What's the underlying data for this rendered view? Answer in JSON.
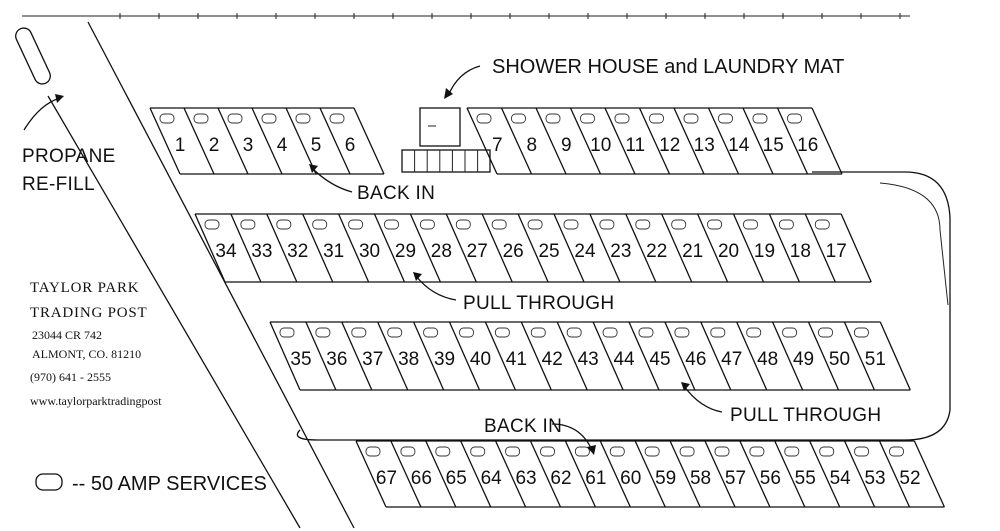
{
  "labels": {
    "shower_house": "SHOWER HOUSE and LAUNDRY MAT",
    "propane_line1": "PROPANE",
    "propane_line2": "RE-FILL",
    "back_in_top": "BACK  IN",
    "pull_through_1": "PULL THROUGH",
    "pull_through_2": "PULL THROUGH",
    "back_in_bottom": "BACK  IN",
    "legend": "-- 50 AMP SERVICES"
  },
  "business": {
    "name_line1": "TAYLOR PARK",
    "name_line2": "TRADING POST",
    "address_line1": "23044 CR 742",
    "address_line2": "ALMONT, CO. 81210",
    "phone": "(970) 641 - 2555",
    "website": "www.taylorparktradingpost"
  },
  "rows": [
    {
      "id": "row-a",
      "sites": [
        "1",
        "2",
        "3",
        "4",
        "5",
        "6"
      ]
    },
    {
      "id": "row-b",
      "sites": [
        "7",
        "8",
        "9",
        "10",
        "11",
        "12",
        "13",
        "14",
        "15",
        "16"
      ]
    },
    {
      "id": "row-c",
      "sites": [
        "34",
        "33",
        "32",
        "31",
        "30",
        "29",
        "28",
        "27",
        "26",
        "25",
        "24",
        "23",
        "22",
        "21",
        "20",
        "19",
        "18",
        "17"
      ]
    },
    {
      "id": "row-d",
      "sites": [
        "35",
        "36",
        "37",
        "38",
        "39",
        "40",
        "41",
        "42",
        "43",
        "44",
        "45",
        "46",
        "47",
        "48",
        "49",
        "50",
        "51"
      ]
    },
    {
      "id": "row-e",
      "sites": [
        "67",
        "66",
        "65",
        "64",
        "63",
        "62",
        "61",
        "60",
        "59",
        "58",
        "57",
        "56",
        "55",
        "54",
        "53",
        "52"
      ]
    }
  ]
}
